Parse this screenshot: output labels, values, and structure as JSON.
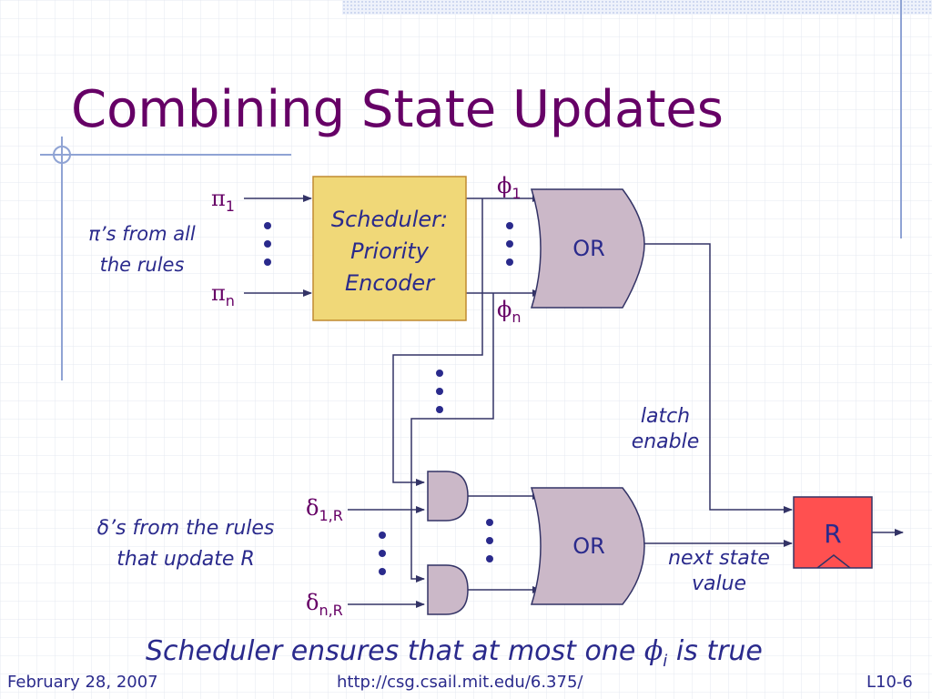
{
  "slide": {
    "title": "Combining State Updates",
    "pi_group_label_line1": "’s from all",
    "pi_group_label_line2": "the rules",
    "pi_char": "π",
    "delta_group_label_line1": "’s from the rules",
    "delta_group_label_line2": "that update ",
    "delta_group_label_R": "R",
    "delta_char": "δ",
    "scheduler_line1": "Scheduler:",
    "scheduler_line2": "Priority",
    "scheduler_line3": "Encoder",
    "or_top_label": "OR",
    "or_bottom_label": "OR",
    "register_label": "R",
    "latch_line1": "latch",
    "latch_line2": "enable",
    "next_line1": "next state",
    "next_line2": "value",
    "pi1_sub": "1",
    "pin_sub": "n",
    "phi1_sub": "1",
    "phin_sub": "n",
    "delta1_sub": "1,R",
    "deltan_sub": "n,R",
    "phi_char": "ϕ",
    "note_part1": "Scheduler ensures that at most one ",
    "note_sub": "i",
    "note_part2": " is true"
  },
  "footer": {
    "date": "February 28, 2007",
    "url": "http://csg.csail.mit.edu/6.375/",
    "page": "L10-6"
  },
  "colors": {
    "title": "#660066",
    "text": "#2a2a8c",
    "scheduler_fill": "#f0d878",
    "or_fill": "#cbb8c8",
    "register_fill": "#ff5050"
  }
}
